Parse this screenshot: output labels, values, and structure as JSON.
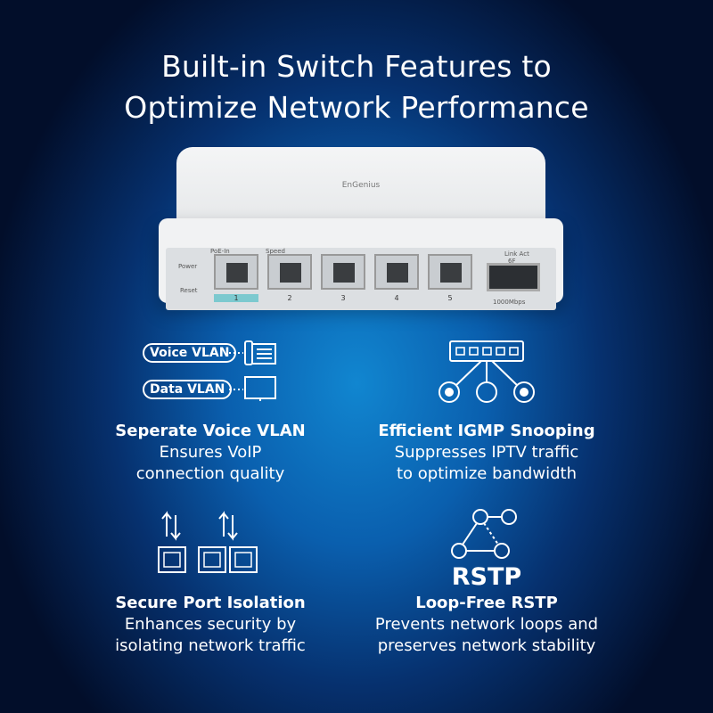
{
  "title": {
    "line1": "Built-in Switch Features to",
    "line2": "Optimize Network Performance"
  },
  "device": {
    "brand": "EnGenius",
    "power": "Power",
    "reset": "Reset",
    "poe_in": "PoE-In",
    "speed": "Speed",
    "link_act": "Link Act",
    "sfp_port": "6F",
    "sfp_speed": "1000Mbps",
    "ports": [
      "1",
      "2",
      "3",
      "4",
      "5"
    ]
  },
  "features": [
    {
      "title": "Seperate Voice VLAN",
      "line1": "Ensures VoIP",
      "line2": "connection quality",
      "pills": [
        "Voice VLAN",
        "Data VLAN"
      ]
    },
    {
      "title": "Efficient IGMP Snooping",
      "line1": "Suppresses IPTV traffic",
      "line2": "to optimize bandwidth"
    },
    {
      "title": "Secure Port Isolation",
      "line1": "Enhances security by",
      "line2": "isolating network traffic"
    },
    {
      "title": "Loop-Free RSTP",
      "line1": "Prevents network loops and",
      "line2": "preserves network stability",
      "badge": "RSTP"
    }
  ]
}
